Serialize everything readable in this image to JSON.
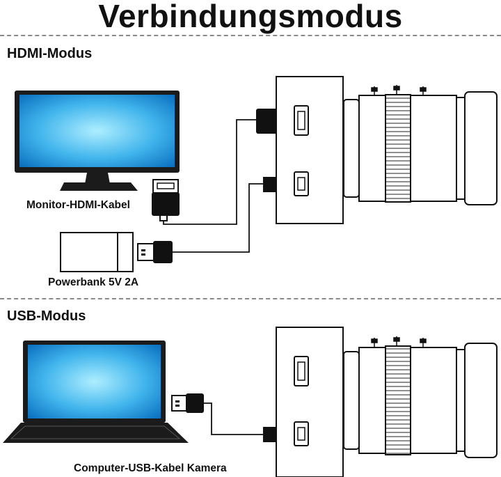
{
  "title": "Verbindungsmodus",
  "hdmi_section": {
    "title": "HDMI-Modus",
    "monitor_cable_label": "Monitor-HDMI-Kabel",
    "powerbank_label": "Powerbank 5V 2A"
  },
  "usb_section": {
    "title": "USB-Modus",
    "computer_cable_label": "Computer-USB-Kabel Kamera"
  },
  "colors": {
    "screen_light": "#7fdcff",
    "screen_dark": "#0a78c8",
    "bezel": "#1b1b1b",
    "line": "#111111",
    "divider": "#8a8a8a"
  }
}
